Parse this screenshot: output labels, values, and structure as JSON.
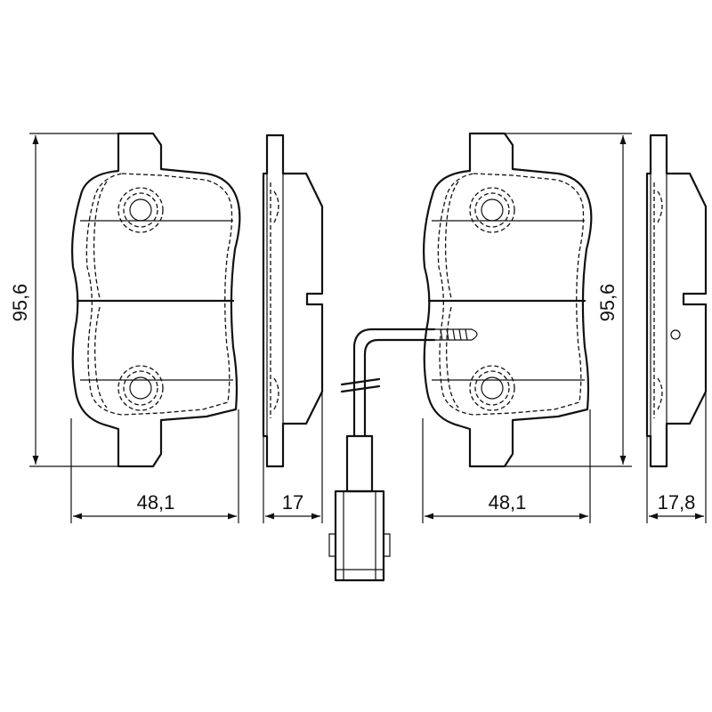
{
  "dimensions": {
    "left_height": "95,6",
    "left_width": "48,1",
    "left_thickness": "17",
    "right_height": "95,6",
    "right_width": "48,1",
    "right_thickness": "17,8"
  },
  "colors": {
    "line": "#111111",
    "background": "#ffffff"
  }
}
